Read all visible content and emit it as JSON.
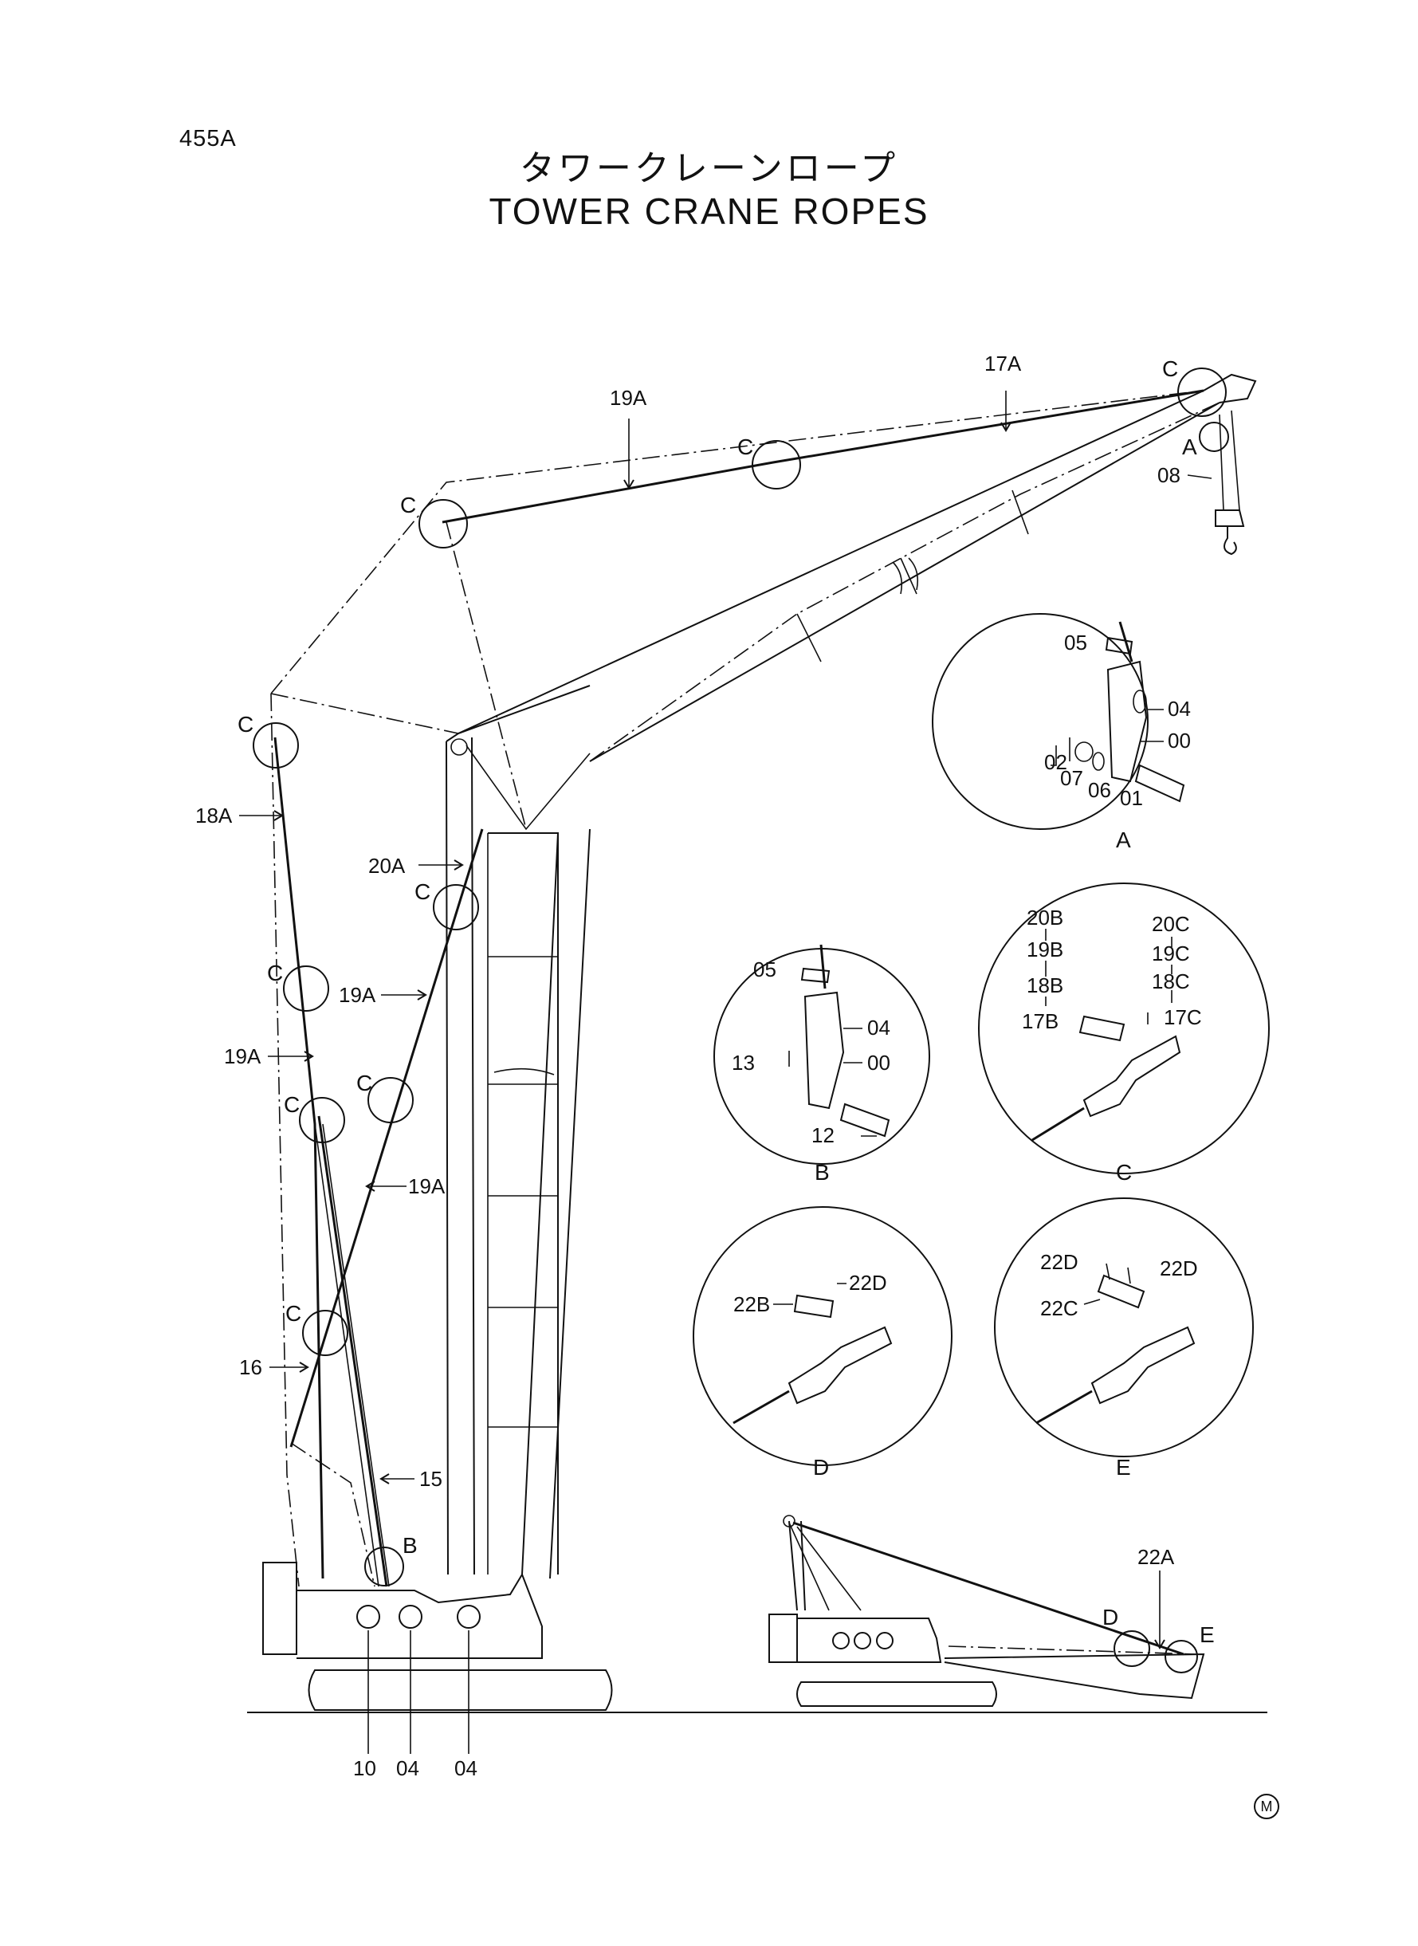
{
  "page_id": "455A",
  "title_jp": "タワークレーンロープ",
  "title_en": "TOWER CRANE ROPES",
  "labels": {
    "r17A": "17A",
    "r19A_top": "19A",
    "r08": "08",
    "rA_top": "A",
    "c1": "C",
    "c2": "C",
    "c3": "C",
    "c4": "C",
    "c5": "C",
    "c6": "C",
    "c7": "C",
    "c8": "C",
    "c9": "C",
    "r18A": "18A",
    "r20A": "20A",
    "r19A_a": "19A",
    "r19A_b": "19A",
    "r19A_c": "19A",
    "r16": "16",
    "r15": "15",
    "rB": "B",
    "b10": "10",
    "b04a": "04",
    "b04b": "04",
    "r22A": "22A",
    "rD": "D",
    "rE": "E"
  },
  "detail_a": {
    "caption": "A",
    "p05": "05",
    "p04": "04",
    "p00": "00",
    "p02": "02",
    "p07": "07",
    "p06": "06",
    "p01": "01"
  },
  "detail_b": {
    "caption": "B",
    "p05": "05",
    "p04": "04",
    "p13": "13",
    "p00": "00",
    "p12": "12"
  },
  "detail_c": {
    "caption": "C",
    "p20B": "20B",
    "p19B": "19B",
    "p18B": "18B",
    "p17B": "17B",
    "p20C": "20C",
    "p19C": "19C",
    "p18C": "18C",
    "p17C": "17C"
  },
  "detail_d": {
    "caption": "D",
    "p22B": "22B",
    "p22D": "22D"
  },
  "detail_e": {
    "caption": "E",
    "p22D_a": "22D",
    "p22D_b": "22D",
    "p22C": "22C"
  },
  "mark": "M"
}
